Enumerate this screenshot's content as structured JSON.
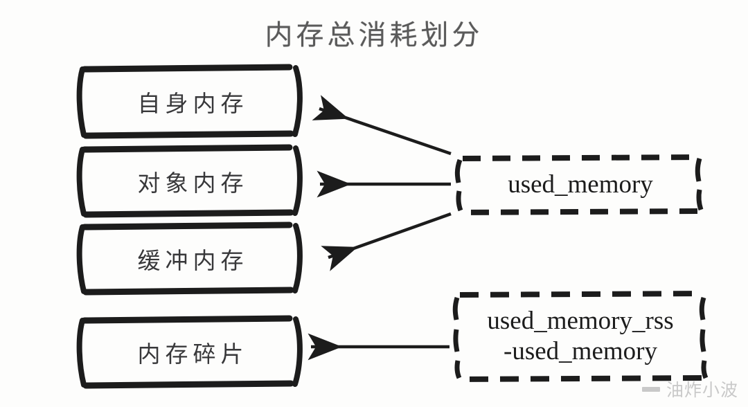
{
  "title": "内存总消耗划分",
  "colors": {
    "background": "#fdfdfc",
    "stroke": "#1c1c1c",
    "title_text": "#5a5a5a",
    "box_text": "#38383a",
    "watermark": "#c9c9c9"
  },
  "memory_boxes": [
    {
      "id": "self-memory",
      "label": "自身内存"
    },
    {
      "id": "object-memory",
      "label": "对象内存"
    },
    {
      "id": "buffer-memory",
      "label": "缓冲内存"
    },
    {
      "id": "memory-fragment",
      "label": "内存碎片"
    }
  ],
  "metric_boxes": [
    {
      "id": "used-memory",
      "lines": [
        "used_memory"
      ]
    },
    {
      "id": "used-memory-rss-diff",
      "lines": [
        "used_memory_rss",
        "-used_memory"
      ]
    }
  ],
  "connections": [
    {
      "from": "used-memory",
      "to": "self-memory",
      "style": "diagonal-up"
    },
    {
      "from": "used-memory",
      "to": "object-memory",
      "style": "horizontal"
    },
    {
      "from": "used-memory",
      "to": "buffer-memory",
      "style": "diagonal-down"
    },
    {
      "from": "used-memory-rss-diff",
      "to": "memory-fragment",
      "style": "horizontal"
    }
  ],
  "watermark": {
    "dash": "—",
    "text": "油炸小波"
  }
}
